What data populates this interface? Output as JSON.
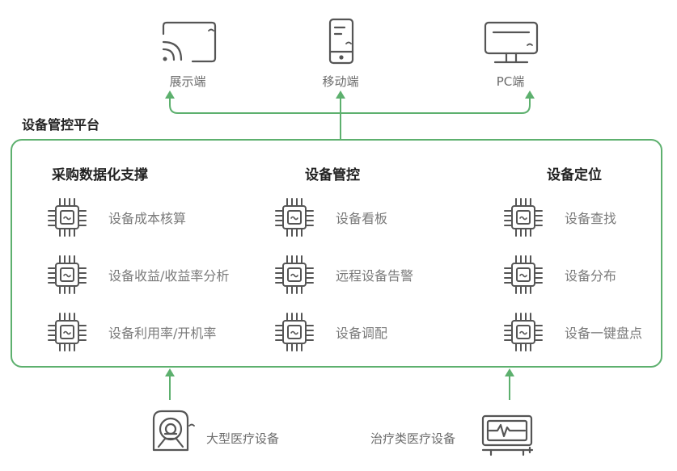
{
  "accent_color": "#5db06e",
  "icon_color": "#555555",
  "top_nodes": [
    {
      "label": "展示端",
      "icon": "cast-screen-icon"
    },
    {
      "label": "移动端",
      "icon": "mobile-phone-icon"
    },
    {
      "label": "PC端",
      "icon": "monitor-icon"
    }
  ],
  "platform": {
    "title": "设备管控平台",
    "columns": [
      {
        "title": "采购数据化支撑",
        "items": [
          "设备成本核算",
          "设备收益/收益率分析",
          "设备利用率/开机率"
        ]
      },
      {
        "title": "设备管控",
        "items": [
          "设备看板",
          "远程设备告警",
          "设备调配"
        ]
      },
      {
        "title": "设备定位",
        "items": [
          "设备查找",
          "设备分布",
          "设备一键盘点"
        ]
      }
    ]
  },
  "bottom_nodes": [
    {
      "label": "大型医疗设备",
      "icon": "medical-scanner-icon"
    },
    {
      "label": "治疗类医疗设备",
      "icon": "patient-monitor-icon"
    }
  ]
}
